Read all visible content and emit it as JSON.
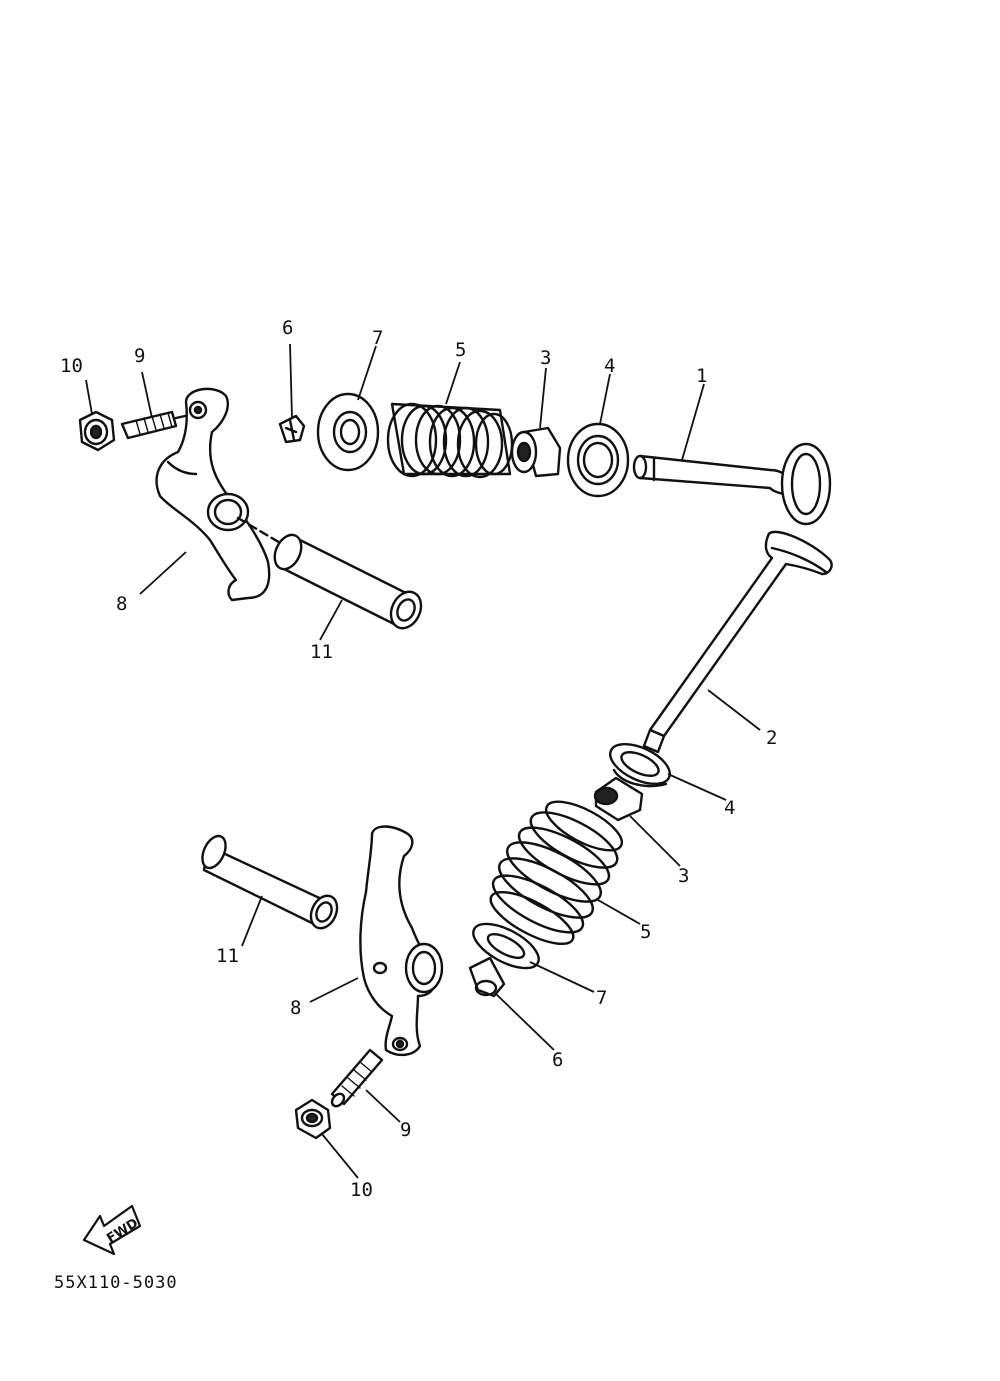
{
  "diagram": {
    "drawing_code": "55X110-5030",
    "fwd_label": "FWD",
    "labels": [
      {
        "id": "upper-1",
        "text": "1"
      },
      {
        "id": "upper-3",
        "text": "3"
      },
      {
        "id": "upper-4",
        "text": "4"
      },
      {
        "id": "upper-5",
        "text": "5"
      },
      {
        "id": "upper-6",
        "text": "6"
      },
      {
        "id": "upper-7",
        "text": "7"
      },
      {
        "id": "upper-8",
        "text": "8"
      },
      {
        "id": "upper-9",
        "text": "9"
      },
      {
        "id": "upper-10",
        "text": "10"
      },
      {
        "id": "upper-11",
        "text": "11"
      },
      {
        "id": "lower-2",
        "text": "2"
      },
      {
        "id": "lower-3",
        "text": "3"
      },
      {
        "id": "lower-4",
        "text": "4"
      },
      {
        "id": "lower-5",
        "text": "5"
      },
      {
        "id": "lower-6",
        "text": "6"
      },
      {
        "id": "lower-7",
        "text": "7"
      },
      {
        "id": "lower-8",
        "text": "8"
      },
      {
        "id": "lower-9",
        "text": "9"
      },
      {
        "id": "lower-10",
        "text": "10"
      },
      {
        "id": "lower-11",
        "text": "11"
      }
    ]
  }
}
